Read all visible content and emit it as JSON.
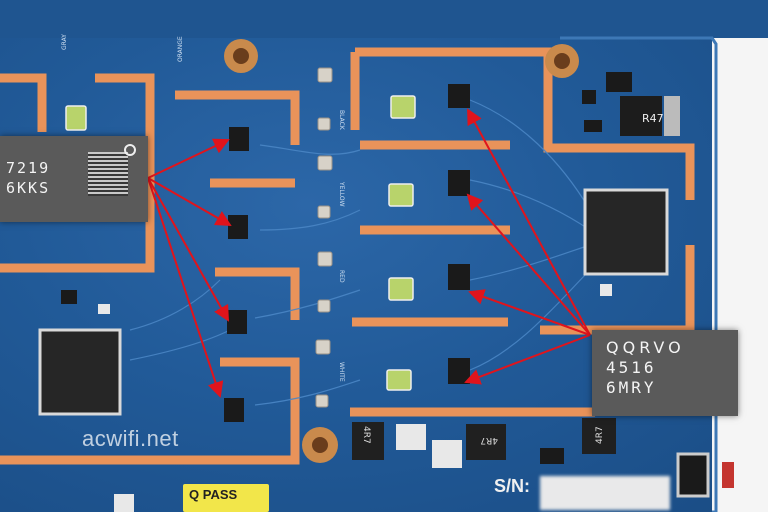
{
  "left_chip_label": {
    "line1": "7219",
    "line2": "6KKS"
  },
  "right_chip_label": {
    "brand": "QQRVO",
    "line1": "4516",
    "line2": "6MRY"
  },
  "watermark": "acwifi.net",
  "qc_sticker": {
    "prefix": "Q",
    "text": "PASS"
  },
  "serial_label": "S/N:",
  "resistor_marking": "R47",
  "inductor_markings": [
    "4R7",
    "4R7",
    "4R7"
  ],
  "connector_labels": [
    "GRAY",
    "ORANGE",
    "BLACK",
    "YELLOW",
    "RED",
    "WHITE"
  ],
  "colors": {
    "board": "#215a98",
    "trace_copper": "#e9935a",
    "arrow": "#e0141c",
    "label_bg": "#5a5a5a"
  }
}
